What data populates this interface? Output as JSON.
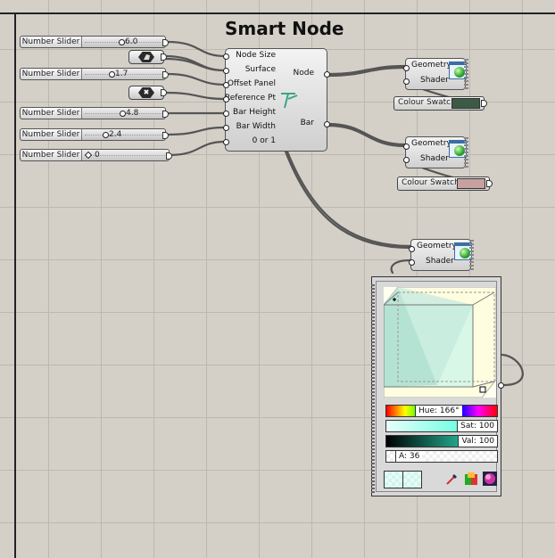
{
  "title": "Smart Node",
  "sliders": [
    {
      "label": "Number Slider",
      "value": "6.0"
    },
    {
      "label": "Number Slider",
      "value": "1.7"
    },
    {
      "label": "Number Slider",
      "value": "4.8"
    },
    {
      "label": "Number Slider",
      "value": "2.4"
    },
    {
      "label": "Number Slider",
      "value": "0"
    }
  ],
  "params": {
    "surface_icon": "surface-param-icon",
    "point_icon": "point-param-icon"
  },
  "node": {
    "inputs": [
      "Node Size",
      "Surface",
      "Offset Panel",
      "Reference Pt",
      "Bar Height",
      "Bar Width",
      "0 or 1"
    ],
    "outputs": [
      "Node",
      "Bar"
    ]
  },
  "previews": [
    {
      "geometry": "Geometry",
      "shader": "Shader"
    },
    {
      "geometry": "Geometry",
      "shader": "Shader"
    },
    {
      "geometry": "Geometry",
      "shader": "Shader"
    }
  ],
  "swatches": [
    {
      "label": "Colour Swatch",
      "color": "#3c5a44"
    },
    {
      "label": "Colour Swatch",
      "color": "#c7a0a0"
    }
  ],
  "picker": {
    "hue": "Hue: 166°",
    "sat": "Sat: 100",
    "val": "Val: 100",
    "alpha": "A: 36",
    "color": "#33ffd6"
  }
}
